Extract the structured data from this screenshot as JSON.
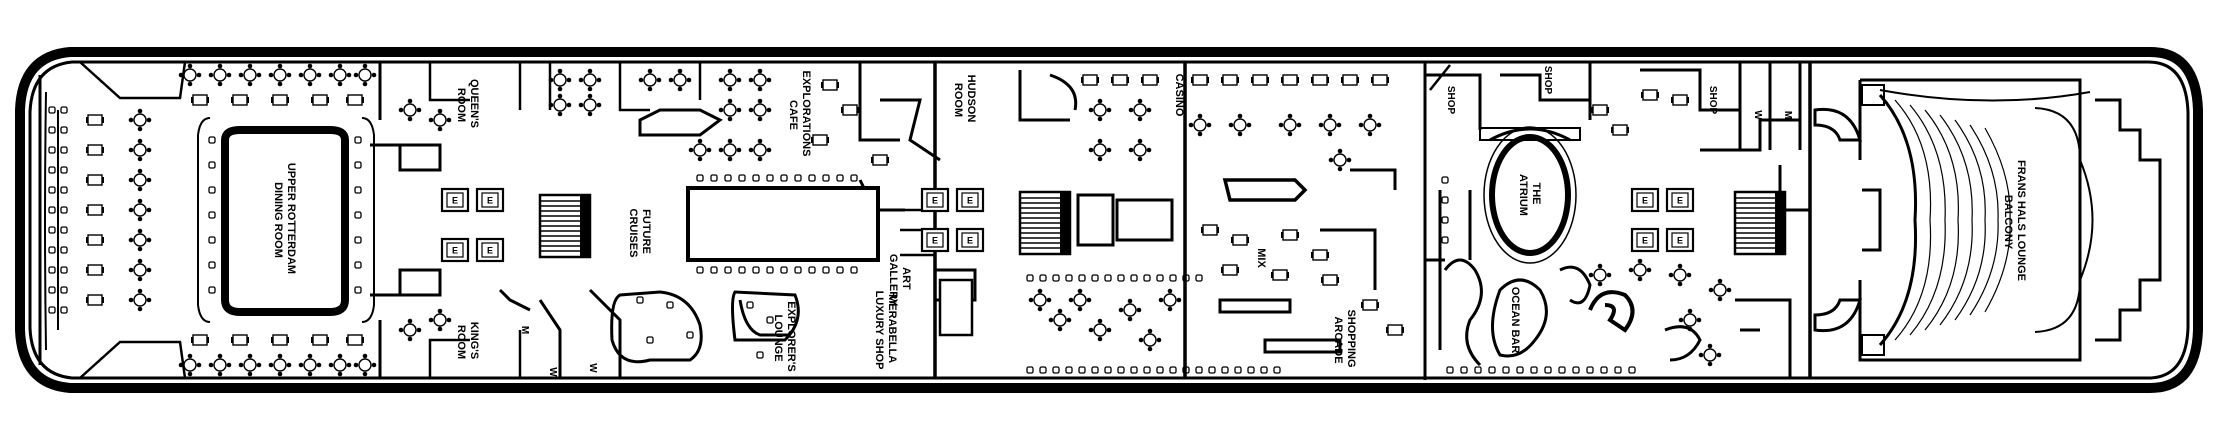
{
  "deck": {
    "rooms": [
      {
        "id": "upper-rotterdam",
        "text": [
          "UPPER ROTTERDAM",
          "DINING ROOM"
        ]
      },
      {
        "id": "queens-room",
        "text": [
          "QUEEN'S",
          "ROOM"
        ]
      },
      {
        "id": "kings-room",
        "text": [
          "KING'S",
          "ROOM"
        ]
      },
      {
        "id": "explorations-cafe",
        "text": [
          "EXPLORATIONS",
          "CAFE"
        ]
      },
      {
        "id": "future-cruises",
        "text": [
          "FUTURE",
          "CRUISES"
        ]
      },
      {
        "id": "explorers-lounge",
        "text": [
          "EXPLORER'S",
          "LOUNGE"
        ]
      },
      {
        "id": "merabella",
        "text": [
          "MERABELLA",
          "LUXURY SHOP"
        ]
      },
      {
        "id": "art-gallery",
        "text": [
          "ART",
          "GALLERY"
        ]
      },
      {
        "id": "hudson-room",
        "text": [
          "HUDSON",
          "ROOM"
        ]
      },
      {
        "id": "casino",
        "text": [
          "CASINO"
        ]
      },
      {
        "id": "mix",
        "text": [
          "MIX"
        ]
      },
      {
        "id": "shopping-arcade",
        "text": [
          "SHOPPING",
          "ARCADE"
        ]
      },
      {
        "id": "the-atrium",
        "text": [
          "THE",
          "ATRIUM"
        ]
      },
      {
        "id": "ocean-bar",
        "text": [
          "OCEAN BAR"
        ]
      },
      {
        "id": "frans-hals",
        "text": [
          "FRANS HALS LOUNGE",
          "BALCONY"
        ]
      }
    ],
    "shop_label": "SHOP",
    "women_label": "W",
    "men_label": "M",
    "elevator_label": "E"
  }
}
